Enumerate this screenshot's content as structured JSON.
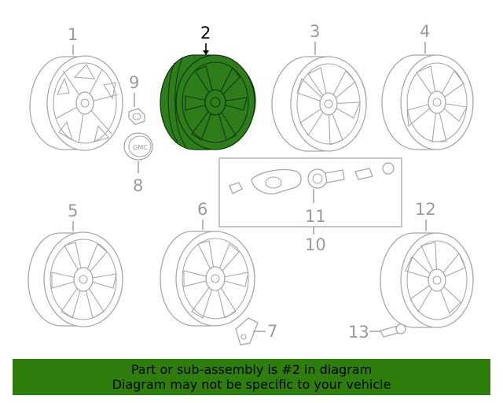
{
  "diagram": {
    "callouts": {
      "c1": "1",
      "c2": "2",
      "c3": "3",
      "c4": "4",
      "c5": "5",
      "c6": "6",
      "c7": "7",
      "c8": "8",
      "c9": "9",
      "c10": "10",
      "c11": "11",
      "c12": "12",
      "c13": "13"
    },
    "highlighted_part": "2",
    "highlight_color": "#2e7d0d",
    "logo_text": "GMC"
  },
  "banner": {
    "line1": "Part or sub-assembly is #2 in diagram",
    "line2": "Diagram may not be specific to your vehicle"
  }
}
